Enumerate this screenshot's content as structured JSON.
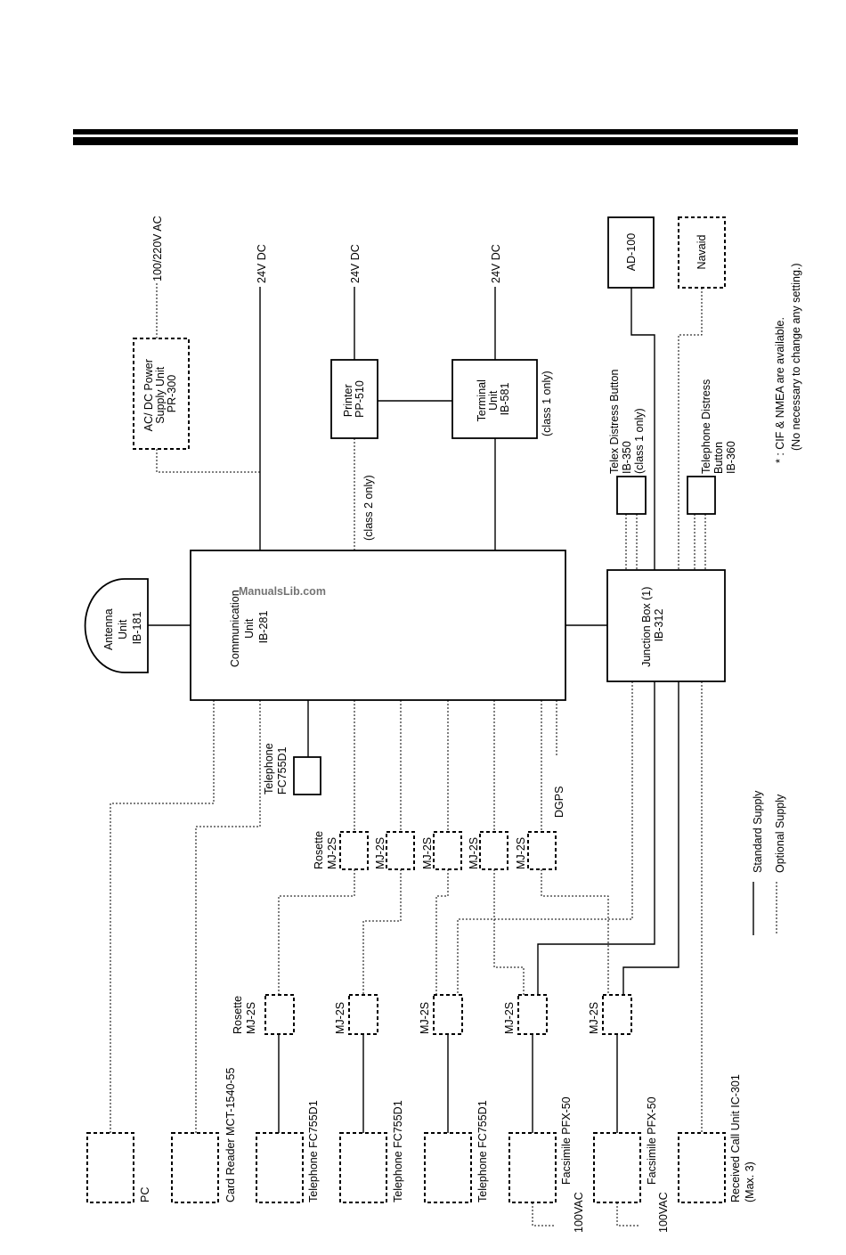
{
  "watermark": "ManualsLib.com",
  "power": {
    "acdc_supply": [
      "AC/ DC Power",
      "Supply Unit",
      "PR-300"
    ],
    "ac_input": "100/220V AC",
    "dc_24v": "24V DC"
  },
  "antenna": [
    "Antenna",
    "Unit",
    "IB-181"
  ],
  "comm_unit": [
    "Communication",
    "Unit",
    "IB-281"
  ],
  "printer": [
    "Printer",
    "PP-510"
  ],
  "printer_note": "(class 2 only)",
  "terminal": [
    "Terminal",
    "Unit",
    "IB-581"
  ],
  "terminal_note": "(class 1 only)",
  "junction": [
    "Junction Box (1)",
    "IB-312"
  ],
  "ad100": "AD-100",
  "navaid": "Navaid",
  "telex_button": [
    "Telex Distress Button",
    "IB-350",
    "(class 1 only)"
  ],
  "tel_button": [
    "Telephone Distress",
    "Button",
    "IB-360"
  ],
  "notes": [
    "* : CIF & NMEA are available.",
    "(No necessary to change any setting.)"
  ],
  "tel_direct": [
    "Telephone",
    "FC755D1"
  ],
  "rosette_label": [
    "Rosette",
    "MJ-2S"
  ],
  "mj2s": "MJ-2S",
  "dgps": "DGPS",
  "legend": {
    "standard": "Standard Supply",
    "optional": "Optional Supply"
  },
  "bottom": {
    "pc": "PC",
    "card_reader": "Card Reader MCT-1540-55",
    "telephone": "Telephone FC755D1",
    "facsimile": "Facsimile PFX-50",
    "vac": "100VAC",
    "received_call": [
      "Received Call Unit IC-301",
      "(Max. 3)"
    ]
  }
}
